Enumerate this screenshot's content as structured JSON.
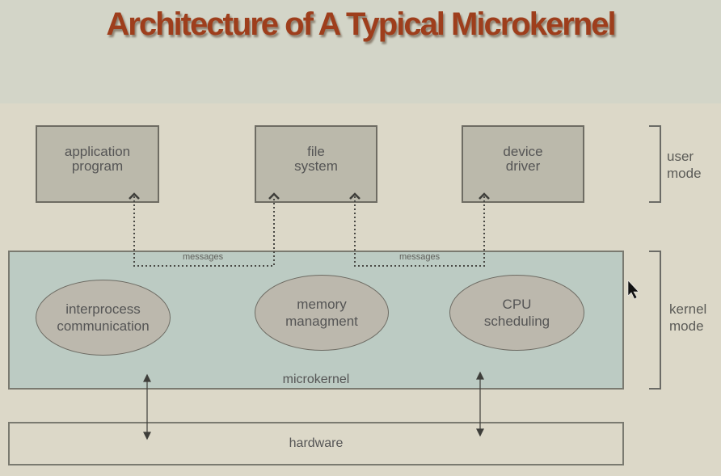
{
  "title": "Architecture of A Typical Microkernel",
  "user_space": {
    "boxes": [
      {
        "label_line1": "application",
        "label_line2": "program"
      },
      {
        "label_line1": "file",
        "label_line2": "system"
      },
      {
        "label_line1": "device",
        "label_line2": "driver"
      }
    ]
  },
  "messages": [
    {
      "label": "messages"
    },
    {
      "label": "messages"
    }
  ],
  "kernel": {
    "label": "microkernel",
    "components": [
      {
        "label_line1": "interprocess",
        "label_line2": "communication"
      },
      {
        "label_line1": "memory",
        "label_line2": "managment"
      },
      {
        "label_line1": "CPU",
        "label_line2": "scheduling"
      }
    ]
  },
  "hardware": {
    "label": "hardware"
  },
  "modes": {
    "user": {
      "line1": "user",
      "line2": "mode"
    },
    "kernel": {
      "line1": "kernel",
      "line2": "mode"
    }
  },
  "colors": {
    "title": "#9e3e1c",
    "kernel_fill": "#bccbc3",
    "box_fill": "#bbb9ab"
  }
}
